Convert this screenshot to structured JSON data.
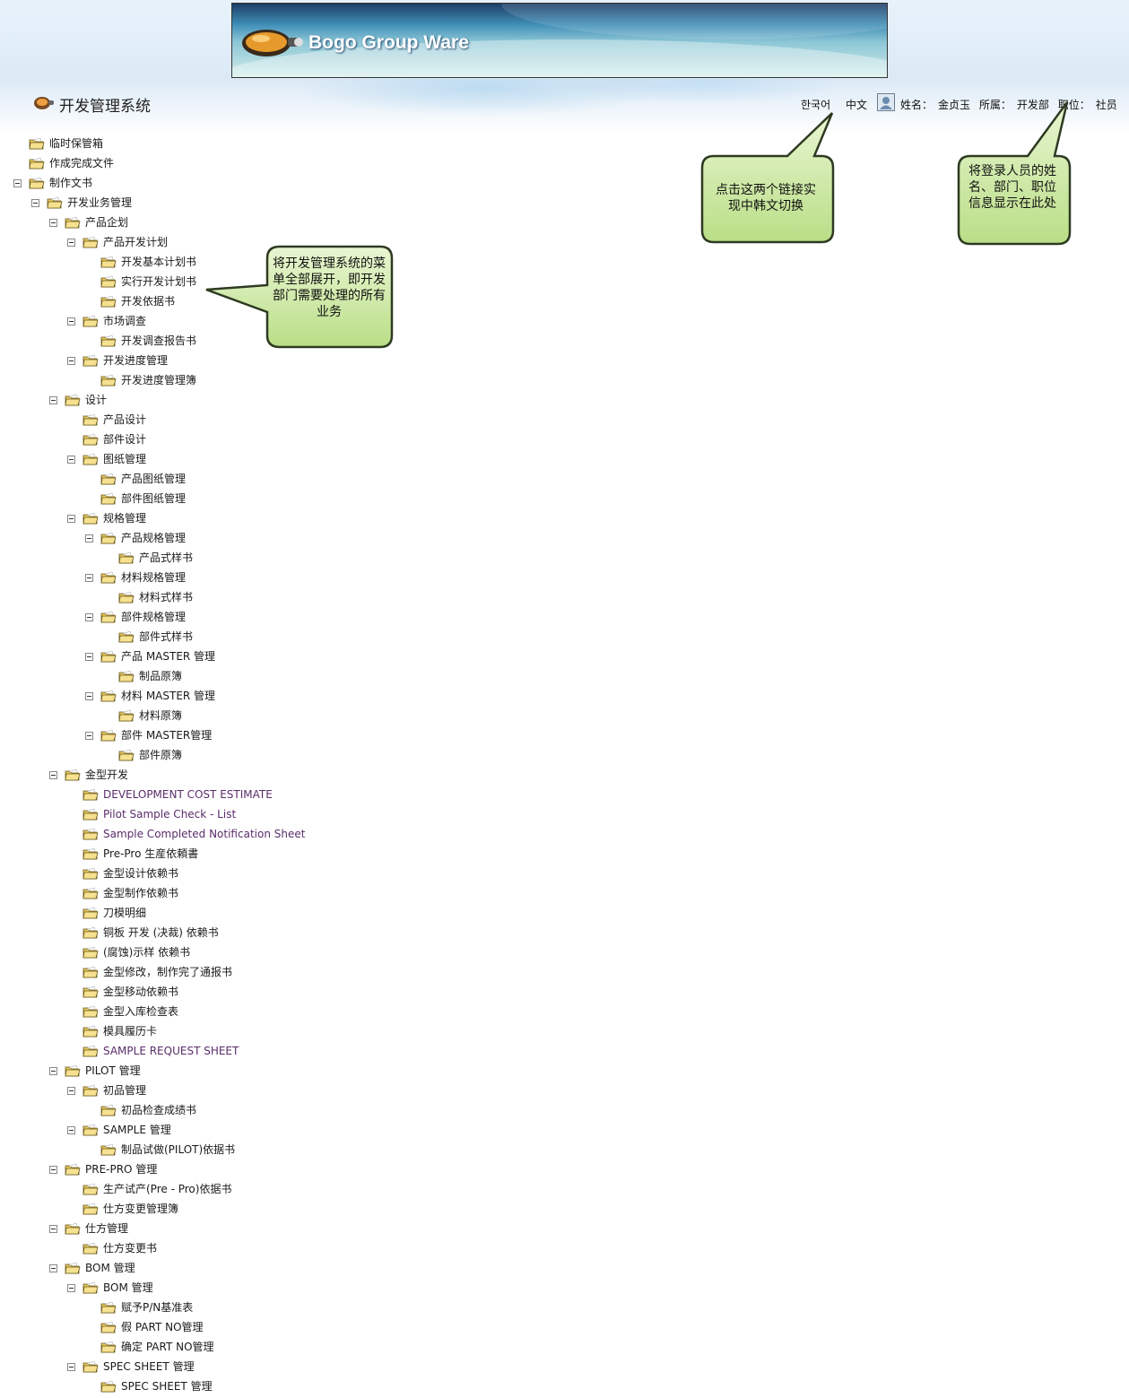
{
  "header": {
    "banner_title": "Bogo Group Ware",
    "system_title": "开发管理系统",
    "lang_korean": "한국어",
    "lang_chinese": "中文",
    "user": {
      "name_label": "姓名：",
      "name": "金贞玉",
      "dept_label": "所属：",
      "dept": "开发部",
      "position_label": "职位：",
      "position": "社员"
    }
  },
  "tree": [
    {
      "label": "临时保管箱",
      "level": 0,
      "toggle": false
    },
    {
      "label": "作成完成文件",
      "level": 0,
      "toggle": false
    },
    {
      "label": "制作文书",
      "level": 0,
      "toggle": true
    },
    {
      "label": "开发业务管理",
      "level": 1,
      "toggle": true
    },
    {
      "label": "产品企划",
      "level": 2,
      "toggle": true
    },
    {
      "label": "产品开发计划",
      "level": 3,
      "toggle": true
    },
    {
      "label": "开发基本计划书",
      "level": 4,
      "toggle": false
    },
    {
      "label": "实行开发计划书",
      "level": 4,
      "toggle": false
    },
    {
      "label": "开发依据书",
      "level": 4,
      "toggle": false
    },
    {
      "label": "市场调查",
      "level": 3,
      "toggle": true
    },
    {
      "label": "开发调查报告书",
      "level": 4,
      "toggle": false
    },
    {
      "label": "开发进度管理",
      "level": 3,
      "toggle": true
    },
    {
      "label": "开发进度管理簿",
      "level": 4,
      "toggle": false
    },
    {
      "label": "设计",
      "level": 2,
      "toggle": true
    },
    {
      "label": "产品设计",
      "level": 3,
      "toggle": false
    },
    {
      "label": "部件设计",
      "level": 3,
      "toggle": false
    },
    {
      "label": "图纸管理",
      "level": 3,
      "toggle": true
    },
    {
      "label": "产品图纸管理",
      "level": 4,
      "toggle": false
    },
    {
      "label": "部件图纸管理",
      "level": 4,
      "toggle": false
    },
    {
      "label": "规格管理",
      "level": 3,
      "toggle": true
    },
    {
      "label": "产品规格管理",
      "level": 4,
      "toggle": true
    },
    {
      "label": "产品式样书",
      "level": 5,
      "toggle": false
    },
    {
      "label": "材料规格管理",
      "level": 4,
      "toggle": true
    },
    {
      "label": "材料式样书",
      "level": 5,
      "toggle": false
    },
    {
      "label": "部件规格管理",
      "level": 4,
      "toggle": true
    },
    {
      "label": "部件式样书",
      "level": 5,
      "toggle": false
    },
    {
      "label": "产品 MASTER 管理",
      "level": 4,
      "toggle": true
    },
    {
      "label": "制品原簿",
      "level": 5,
      "toggle": false
    },
    {
      "label": "材料 MASTER 管理",
      "level": 4,
      "toggle": true
    },
    {
      "label": "材料原簿",
      "level": 5,
      "toggle": false
    },
    {
      "label": "部件 MASTER管理",
      "level": 4,
      "toggle": true
    },
    {
      "label": "部件原簿",
      "level": 5,
      "toggle": false
    },
    {
      "label": "金型开发",
      "level": 2,
      "toggle": true
    },
    {
      "label": "DEVELOPMENT COST ESTIMATE",
      "level": 3,
      "toggle": false,
      "purple": true
    },
    {
      "label": "Pilot Sample Check - List",
      "level": 3,
      "toggle": false,
      "purple": true
    },
    {
      "label": "Sample Completed Notification Sheet",
      "level": 3,
      "toggle": false,
      "purple": true
    },
    {
      "label": "Pre-Pro 生産依頼書",
      "level": 3,
      "toggle": false
    },
    {
      "label": "金型设计依赖书",
      "level": 3,
      "toggle": false
    },
    {
      "label": "金型制作依赖书",
      "level": 3,
      "toggle": false
    },
    {
      "label": "刀模明细",
      "level": 3,
      "toggle": false
    },
    {
      "label": "铜板 开发 (决裁) 依赖书",
      "level": 3,
      "toggle": false
    },
    {
      "label": "(腐蚀)示样 依赖书",
      "level": 3,
      "toggle": false
    },
    {
      "label": "金型修改，制作完了通报书",
      "level": 3,
      "toggle": false
    },
    {
      "label": "金型移动依赖书",
      "level": 3,
      "toggle": false
    },
    {
      "label": "金型入库检查表",
      "level": 3,
      "toggle": false
    },
    {
      "label": "模具履历卡",
      "level": 3,
      "toggle": false
    },
    {
      "label": "SAMPLE REQUEST SHEET",
      "level": 3,
      "toggle": false,
      "purple": true
    },
    {
      "label": "PILOT 管理",
      "level": 2,
      "toggle": true
    },
    {
      "label": "初品管理",
      "level": 3,
      "toggle": true
    },
    {
      "label": "初品检查成绩书",
      "level": 4,
      "toggle": false
    },
    {
      "label": "SAMPLE 管理",
      "level": 3,
      "toggle": true
    },
    {
      "label": "制品试做(PILOT)依据书",
      "level": 4,
      "toggle": false
    },
    {
      "label": "PRE-PRO 管理",
      "level": 2,
      "toggle": true
    },
    {
      "label": "生产试产(Pre - Pro)依据书",
      "level": 3,
      "toggle": false
    },
    {
      "label": "仕方变更管理簿",
      "level": 3,
      "toggle": false
    },
    {
      "label": "仕方管理",
      "level": 2,
      "toggle": true
    },
    {
      "label": "仕方变更书",
      "level": 3,
      "toggle": false
    },
    {
      "label": "BOM 管理",
      "level": 2,
      "toggle": true
    },
    {
      "label": "BOM 管理",
      "level": 3,
      "toggle": true
    },
    {
      "label": "赋予P/N基准表",
      "level": 4,
      "toggle": false
    },
    {
      "label": "假 PART NO管理",
      "level": 4,
      "toggle": false
    },
    {
      "label": "确定 PART NO管理",
      "level": 4,
      "toggle": false
    },
    {
      "label": "SPEC SHEET 管理",
      "level": 3,
      "toggle": true
    },
    {
      "label": "SPEC SHEET 管理",
      "level": 4,
      "toggle": false
    }
  ],
  "callouts": {
    "menu": "将开发管理系统的菜单全部展开，即开发部门需要处理的所有业务",
    "language": "点击这两个链接实现中韩文切换",
    "userinfo": "将登录人员的姓名、部门、职位信息显示在此处"
  },
  "colors": {
    "callout_fill": "#cfe9a8",
    "callout_border": "#2e3a22",
    "purple_text": "#5a2d6a"
  }
}
